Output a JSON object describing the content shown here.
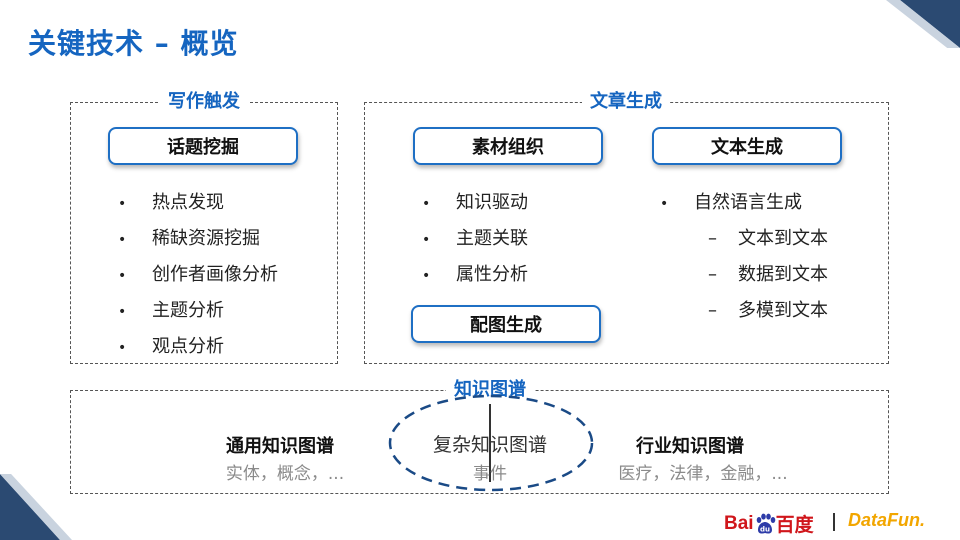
{
  "slide": {
    "title": "关键技术 – 概览",
    "accent_color": "#1565c0",
    "corner_color": "#2b4a72"
  },
  "writing_trigger": {
    "title": "写作触发",
    "pill": "话题挖掘",
    "items": [
      "热点发现",
      "稀缺资源挖掘",
      "创作者画像分析",
      "主题分析",
      "观点分析"
    ],
    "bullet": "•"
  },
  "text_generation": {
    "title": "文章生成",
    "material": {
      "pill": "素材组织",
      "items": [
        "知识驱动",
        "主题关联",
        "属性分析"
      ]
    },
    "image_pill": "配图生成",
    "text": {
      "pill": "文本生成",
      "item": "自然语言生成",
      "subitems": [
        "文本到文本",
        "数据到文本",
        "多模到文本"
      ],
      "dash": "–"
    }
  },
  "knowledge_graph": {
    "title": "知识图谱",
    "general": {
      "label": "通用知识图谱",
      "sub": "实体，概念，..."
    },
    "complex": {
      "label": "复杂知识图谱",
      "sub": "事件"
    },
    "industry": {
      "label": "行业知识图谱",
      "sub": "医疗，法律，金融，..."
    }
  },
  "logos": {
    "baidu": {
      "part1": "Bai",
      "part2": "百度",
      "icon": "paw-icon"
    },
    "datafun": "DataFun."
  }
}
